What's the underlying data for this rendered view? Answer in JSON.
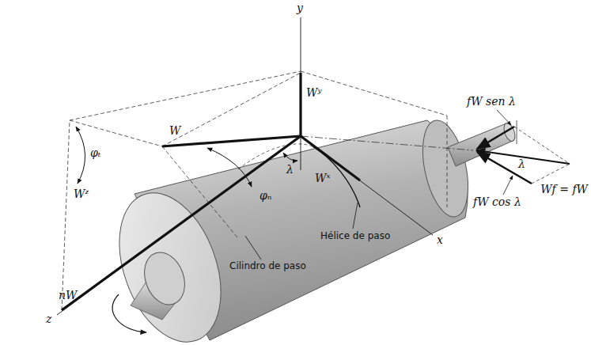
{
  "diagram": {
    "labels": [
      "y",
      "Wʸ",
      "W",
      "φₜ",
      "Wᶻ",
      "λ",
      "φₙ",
      "Wˣ",
      "x",
      "z",
      "nW",
      "Hélice de paso",
      "Cilindro de paso",
      "fW sen λ",
      "fW cos λ",
      "λ",
      "Wf = fW"
    ]
  }
}
